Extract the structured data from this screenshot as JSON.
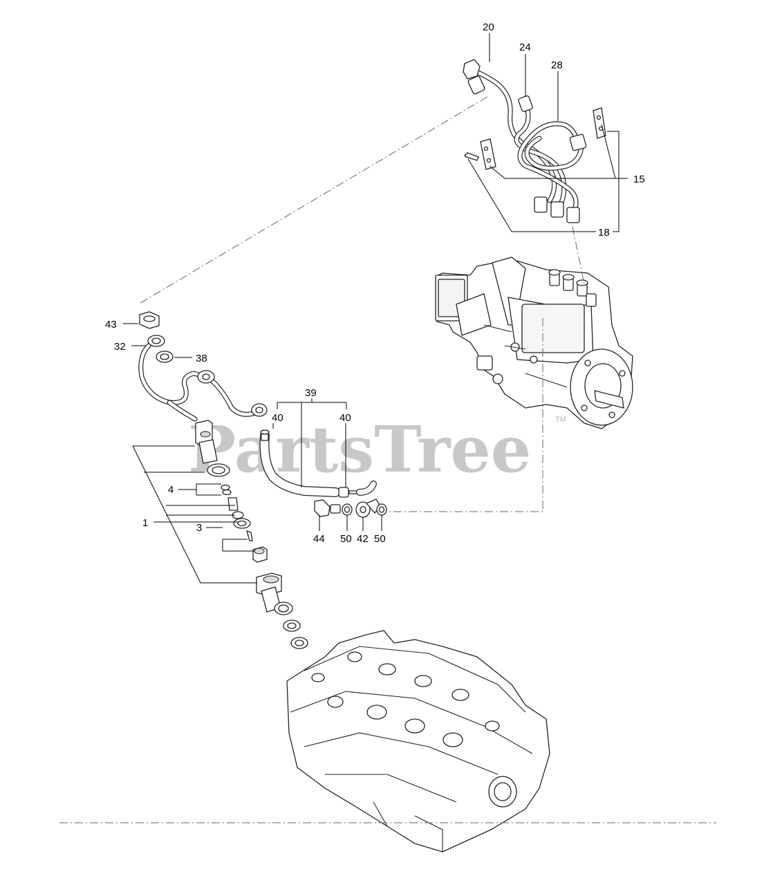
{
  "watermark": {
    "text": "PartsTree",
    "trademark": "TM"
  },
  "callouts": {
    "c20": "20",
    "c24": "24",
    "c28": "28",
    "c15": "15",
    "c18": "18",
    "c43": "43",
    "c32": "32",
    "c38": "38",
    "c39": "39",
    "c40a": "40",
    "c40b": "40",
    "c4": "4",
    "c1": "1",
    "c3": "3",
    "c44": "44",
    "c50a": "50",
    "c42": "42",
    "c50b": "50"
  }
}
